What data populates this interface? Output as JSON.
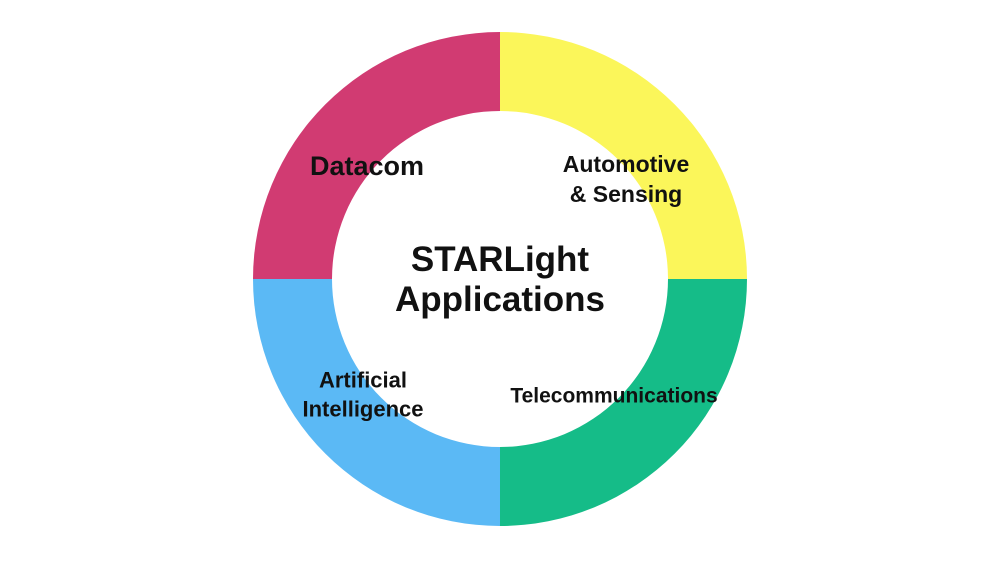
{
  "title": {
    "line1": "STARLight",
    "line2": "Applications"
  },
  "segments": [
    {
      "id": "datacom",
      "lines": [
        "Datacom"
      ],
      "color": "#D13B72"
    },
    {
      "id": "automotive-sensing",
      "lines": [
        "Automotive",
        "& Sensing"
      ],
      "color": "#FBF65A"
    },
    {
      "id": "telecommunications",
      "lines": [
        "Telecommunications"
      ],
      "color": "#15BC88"
    },
    {
      "id": "artificial-intelligence",
      "lines": [
        "Artificial",
        "Intelligence"
      ],
      "color": "#5BB9F5"
    }
  ]
}
